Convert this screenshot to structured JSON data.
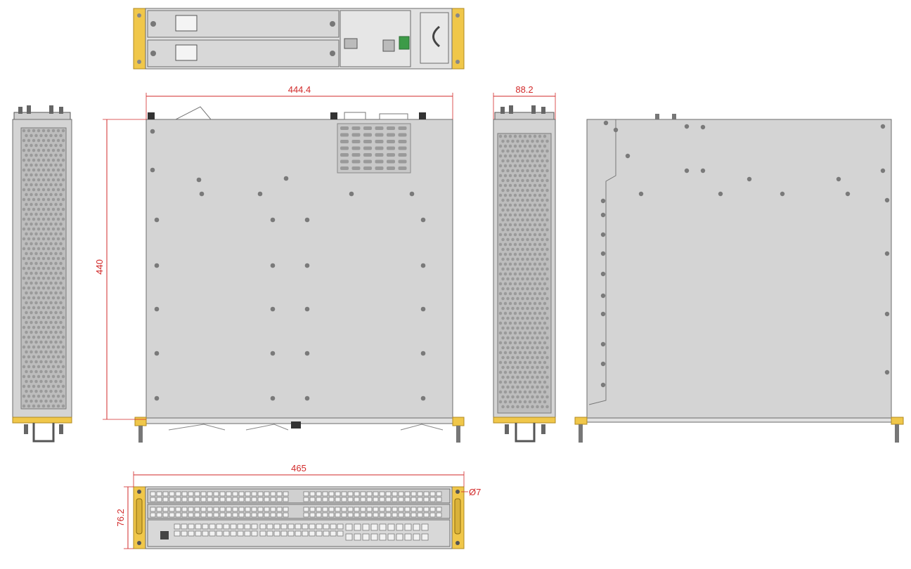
{
  "dimensions": {
    "top_width": "444.4",
    "depth": "440",
    "side_height": "88.2",
    "front_width": "465",
    "front_height": "76.2",
    "hole_diameter": "Ø7"
  },
  "colors": {
    "panel": "#d4d4d4",
    "panel_light": "#e2e2e2",
    "outline": "#6b6b6b",
    "screw": "#7a7a7a",
    "bracket": "#f0c74a",
    "bracket_dark": "#b08a20",
    "dimension": "#d22a2a",
    "port": "#9a9a9a"
  }
}
